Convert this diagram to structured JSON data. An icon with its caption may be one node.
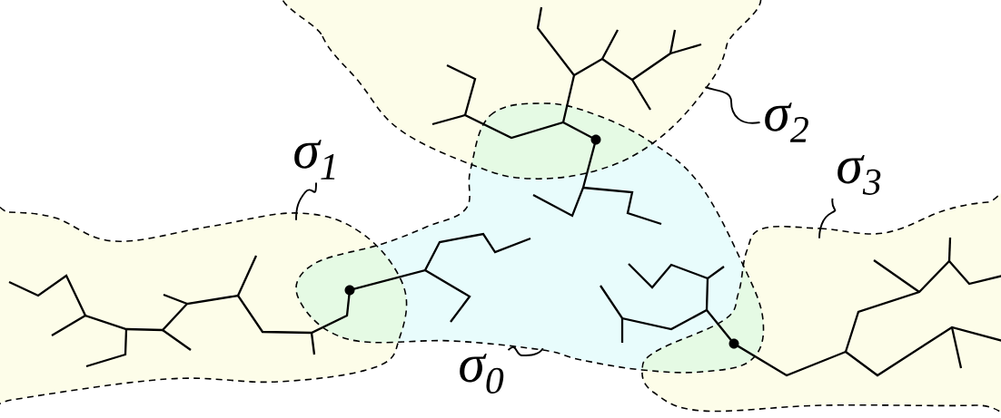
{
  "diagram": {
    "nodes": [
      {
        "text": [
          "σ$_{1}$"
        ]
      },
      {
        "text": [
          "σ$_{2}$"
        ]
      },
      {
        "text": [
          "σ$_{3}$"
        ]
      },
      {
        "text": [
          "σ$_{0}$"
        ]
      },
      {
        "text": [],
        "shape": "cloud"
      },
      {
        "text": [],
        "shape": "cloud"
      },
      {
        "text": [],
        "shape": "cloud"
      },
      {
        "text": [],
        "shape": "cloud"
      }
    ],
    "edges": [
      {
        "from": 0,
        "to": 4,
        "arrow": "none"
      },
      {
        "from": 1,
        "to": 5,
        "arrow": "none"
      },
      {
        "from": 2,
        "to": 6,
        "arrow": "none"
      },
      {
        "from": 3,
        "to": 7,
        "arrow": "none"
      }
    ]
  }
}
